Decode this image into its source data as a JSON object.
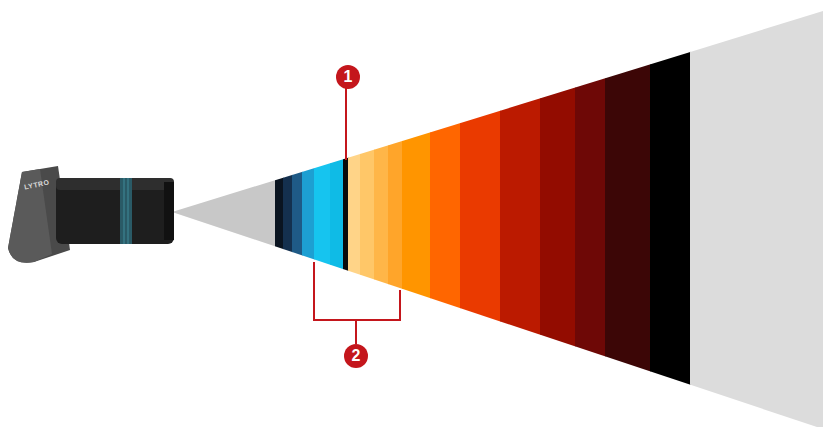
{
  "diagram": {
    "labels": [
      "LYTRO",
      "1",
      "2"
    ]
  }
}
